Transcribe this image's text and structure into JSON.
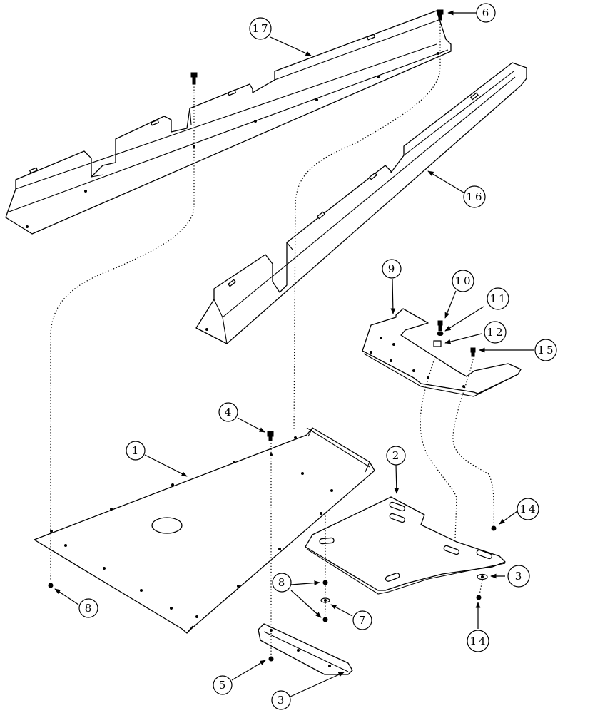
{
  "callouts": [
    {
      "id": "c1",
      "label": "1"
    },
    {
      "id": "c2",
      "label": "2"
    },
    {
      "id": "c3a",
      "label": "3"
    },
    {
      "id": "c3b",
      "label": "3"
    },
    {
      "id": "c4",
      "label": "4"
    },
    {
      "id": "c5",
      "label": "5"
    },
    {
      "id": "c6",
      "label": "6"
    },
    {
      "id": "c7",
      "label": "7"
    },
    {
      "id": "c8a",
      "label": "8"
    },
    {
      "id": "c8b",
      "label": "8"
    },
    {
      "id": "c9",
      "label": "9"
    },
    {
      "id": "c10",
      "label": "10"
    },
    {
      "id": "c11",
      "label": "11"
    },
    {
      "id": "c12",
      "label": "12"
    },
    {
      "id": "c14a",
      "label": "14"
    },
    {
      "id": "c14b",
      "label": "14"
    },
    {
      "id": "c15",
      "label": "15"
    },
    {
      "id": "c16",
      "label": "16"
    },
    {
      "id": "c17",
      "label": "17"
    }
  ]
}
